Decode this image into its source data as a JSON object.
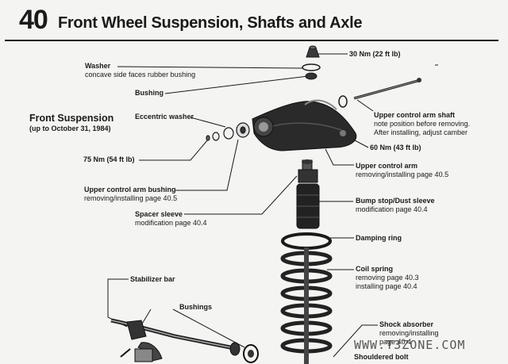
{
  "header": {
    "chapter_number": "40",
    "chapter_title": "Front Wheel Suspension, Shafts and Axle"
  },
  "section": {
    "title": "Front Suspension",
    "subtitle": "(up to October 31, 1984)"
  },
  "callouts": {
    "torque_30": "30 Nm (22 ft lb)",
    "washer_title": "Washer",
    "washer_desc": "concave side faces rubber bushing",
    "bushing_title": "Bushing",
    "eccentric_washer": "Eccentric washer",
    "shaft_title": "Upper control arm shaft",
    "shaft_desc1": "note position before removing.",
    "shaft_desc2": "After installing, adjust camber",
    "torque_60": "60 Nm (43 ft lb)",
    "torque_75": "75 Nm (54 ft lb)",
    "upper_arm_title": "Upper control arm",
    "upper_arm_desc": "removing/installing page 40.5",
    "arm_bushing_title": "Upper control arm bushing",
    "arm_bushing_desc": "removing/installing page 40.5",
    "bump_stop_title": "Bump stop/Dust sleeve",
    "bump_stop_desc": "modification page 40.4",
    "spacer_title": "Spacer sleeve",
    "spacer_desc": "modification page 40.4",
    "damping_ring": "Damping ring",
    "coil_title": "Coil spring",
    "coil_desc1": "removing page 40.3",
    "coil_desc2": "installing page 40.4",
    "stabilizer": "Stabilizer bar",
    "bushings": "Bushings",
    "shock_title": "Shock absorber",
    "shock_desc1": "removing/installing",
    "shock_desc2": "page 40.4",
    "shouldered_bolt": "Shouldered bolt"
  },
  "watermark": "WWW.T3ZONE.COM",
  "colors": {
    "ink": "#1a1a1a",
    "paper": "#f4f4f2",
    "part_dark": "#2a2a2a",
    "part_mid": "#6a6a6a"
  }
}
